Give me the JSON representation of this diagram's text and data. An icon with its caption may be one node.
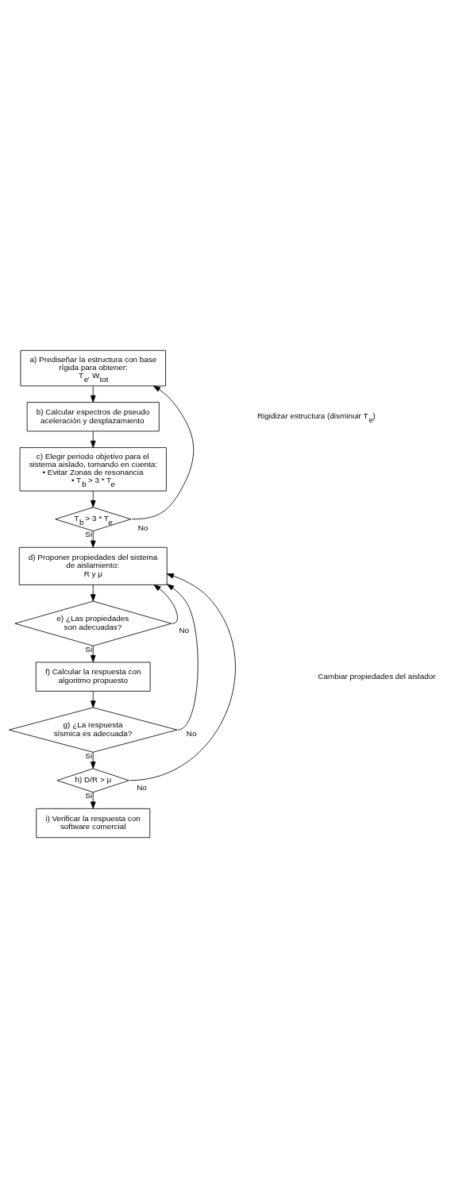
{
  "diagram": {
    "nodes": [
      {
        "text": [
          "a) Prediseñar la estructura con base rígida para obtener:",
          "T$_{e}$, W$_{tot}$"
        ]
      },
      {
        "text": [
          "b) Calcular espectros de pseudo aceleración y desplazamiento"
        ]
      },
      {
        "text": [
          "c) Elegir periodo objetivo para el sistema aislado, tomando en cuenta:",
          "• Evitar Zonas de resonancia",
          "• T$_{b}$ > 3 * T$_{e}$"
        ]
      },
      {
        "text": [
          "T$_{b}$ > 3 * T$_{e}$"
        ]
      },
      {
        "text": [
          "d) Proponer propiedades del sistema de aislamiento:",
          "R y μ"
        ]
      },
      {
        "text": [
          "e) ¿Las propiedades son adecuadas?"
        ]
      },
      {
        "text": [
          "f) Calcular la respuesta con algoritmo propuesto"
        ]
      },
      {
        "text": [
          "g) ¿La respuesta sísmica es adecuada?"
        ]
      },
      {
        "text": [
          "h) D/R > μ"
        ]
      },
      {
        "text": [
          "i) Verificar la respuesta con software comercial"
        ]
      }
    ],
    "edges": [
      {
        "from": 0,
        "to": 1,
        "arrow": "to"
      },
      {
        "from": 1,
        "to": 2,
        "arrow": "to"
      },
      {
        "from": 2,
        "to": 3,
        "arrow": "to"
      },
      {
        "from": 3,
        "to": 0,
        "arrow": "to",
        "label": "No"
      },
      {
        "from": 3,
        "to": 4,
        "arrow": "to",
        "label": "Si"
      },
      {
        "from": 4,
        "to": 5,
        "arrow": "to"
      },
      {
        "from": 5,
        "to": 6,
        "arrow": "to",
        "label": "Si"
      },
      {
        "from": 6,
        "to": 7,
        "arrow": "to"
      },
      {
        "from": 7,
        "to": 8,
        "arrow": "to",
        "label": "Si"
      },
      {
        "from": 8,
        "to": 9,
        "arrow": "to",
        "label": "Si"
      },
      {
        "from": 5,
        "to": 4,
        "arrow": "to",
        "label": "No"
      },
      {
        "from": 7,
        "to": 4,
        "arrow": "to",
        "label": "No"
      },
      {
        "from": 8,
        "to": 4,
        "arrow": "to",
        "label": "No"
      }
    ],
    "labels": [
      "Rigidizar estructura (disminuir T$_{e}$)",
      "Cambiar propiedades del aislador"
    ]
  }
}
